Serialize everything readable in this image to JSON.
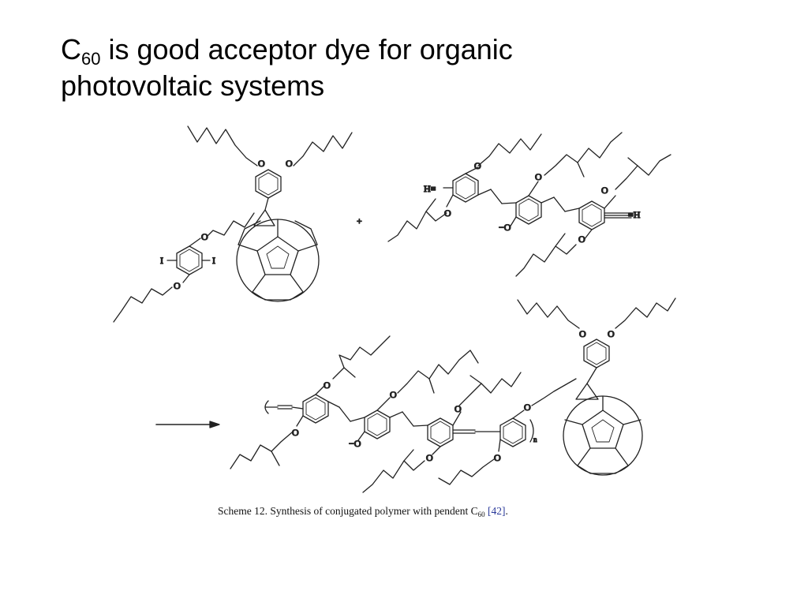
{
  "slide": {
    "title": {
      "prefix": "C",
      "subscript": "60",
      "rest": " is good acceptor dye for organic",
      "line2": "photovoltaic systems"
    },
    "figure": {
      "atom_labels": {
        "oxygen": "O",
        "iodine": "I",
        "hydrogen": "H",
        "terminal_alkyne_left": "H≡",
        "terminal_alkyne_right": "≡H",
        "methoxy": "−O",
        "plus": "+",
        "repeat_n": "n"
      },
      "caption": {
        "text": "Scheme 12. Synthesis of conjugated polymer with pendent C",
        "subscript": "60",
        "reference": "[42]",
        "end": "."
      }
    }
  }
}
